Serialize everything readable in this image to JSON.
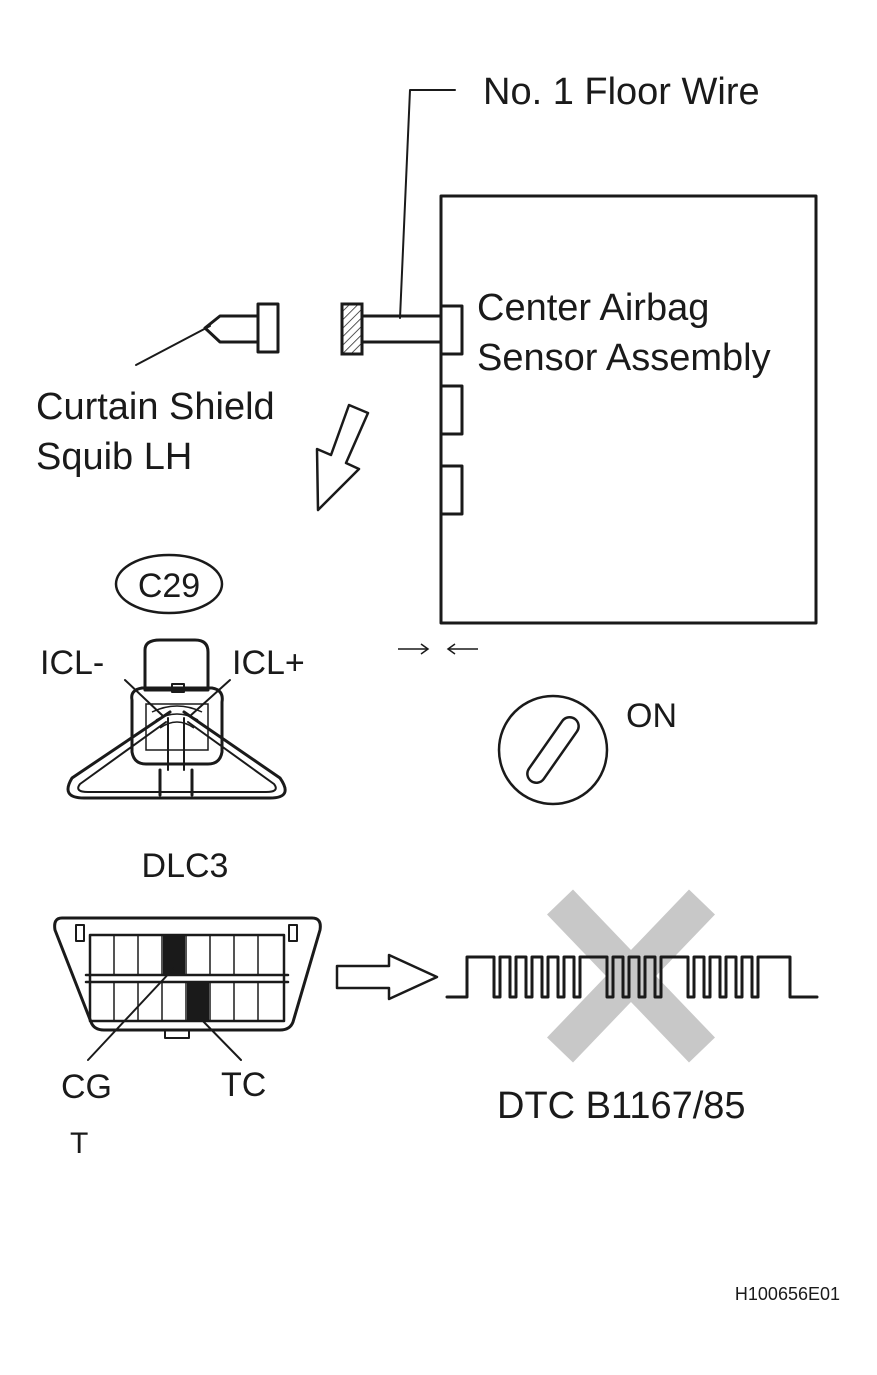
{
  "labels": {
    "floor_wire": "No. 1 Floor Wire",
    "sensor_line1": "Center Airbag",
    "sensor_line2": "Sensor Assembly",
    "squib_line1": "Curtain Shield",
    "squib_line2": "Squib LH",
    "connector_code": "C29",
    "icl_minus": "ICL-",
    "icl_plus": "ICL+",
    "ignition": "ON",
    "dlc": "DLC3",
    "cg": "CG",
    "tc": "TC",
    "t": "T",
    "dtc": "DTC B1167/85",
    "figure_id": "H100656E01"
  },
  "colors": {
    "ink": "#1a1a1a",
    "cross": "#c8c8c8",
    "hatch": "#1a1a1a"
  }
}
